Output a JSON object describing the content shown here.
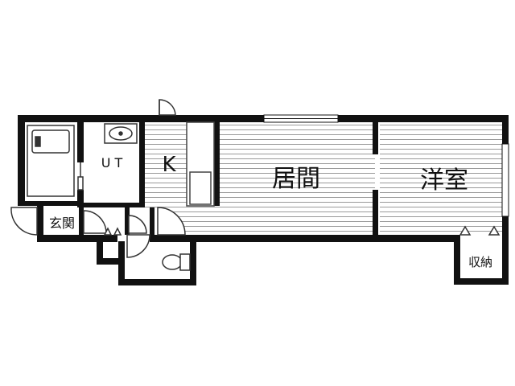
{
  "rooms": {
    "ut": "U T",
    "kitchen": "K",
    "living": "居間",
    "western": "洋室",
    "entrance": "玄関",
    "storage": "収納"
  },
  "colors": {
    "wall": "#111111",
    "hatch": "#8a8a8a",
    "line": "#555555"
  }
}
